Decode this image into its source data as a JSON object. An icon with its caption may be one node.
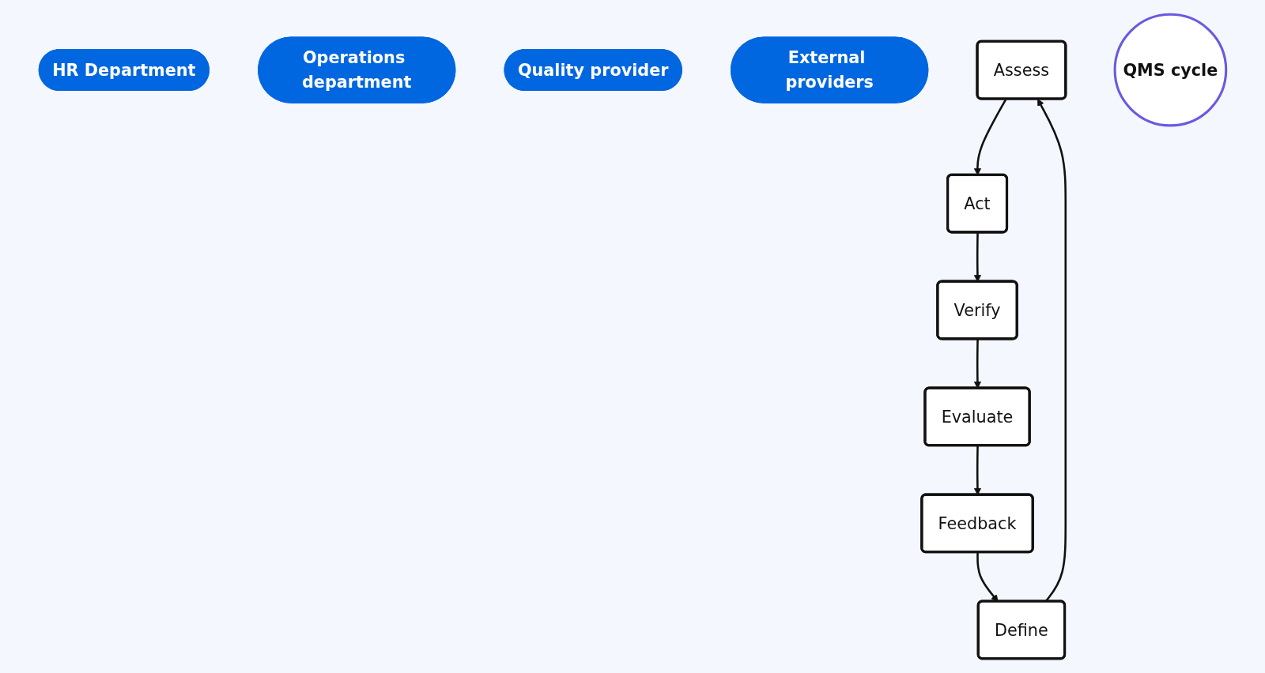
{
  "diagram": {
    "nodes": [
      {
        "text": [
          "HR Department"
        ]
      },
      {
        "text": [
          "Operations department"
        ]
      },
      {
        "text": [
          "Quality provider"
        ]
      },
      {
        "text": [
          "External providers"
        ]
      },
      {
        "text": [
          "Assess"
        ]
      },
      {
        "text": [
          "Define"
        ]
      },
      {
        "text": [
          "Act"
        ]
      },
      {
        "text": [
          "QMS cycle"
        ]
      },
      {
        "text": [
          "Verify"
        ]
      },
      {
        "text": [
          "Feedback"
        ]
      },
      {
        "text": [
          "Evaluate"
        ]
      }
    ],
    "edges": [
      {
        "from": 5,
        "to": 4,
        "arrow": "to"
      },
      {
        "from": 4,
        "to": 6,
        "arrow": "to"
      },
      {
        "from": 6,
        "to": 8,
        "arrow": "to"
      },
      {
        "from": 8,
        "to": 10,
        "arrow": "to"
      },
      {
        "from": 10,
        "to": 9,
        "arrow": "to"
      },
      {
        "from": 9,
        "to": 5,
        "arrow": "to"
      }
    ]
  }
}
